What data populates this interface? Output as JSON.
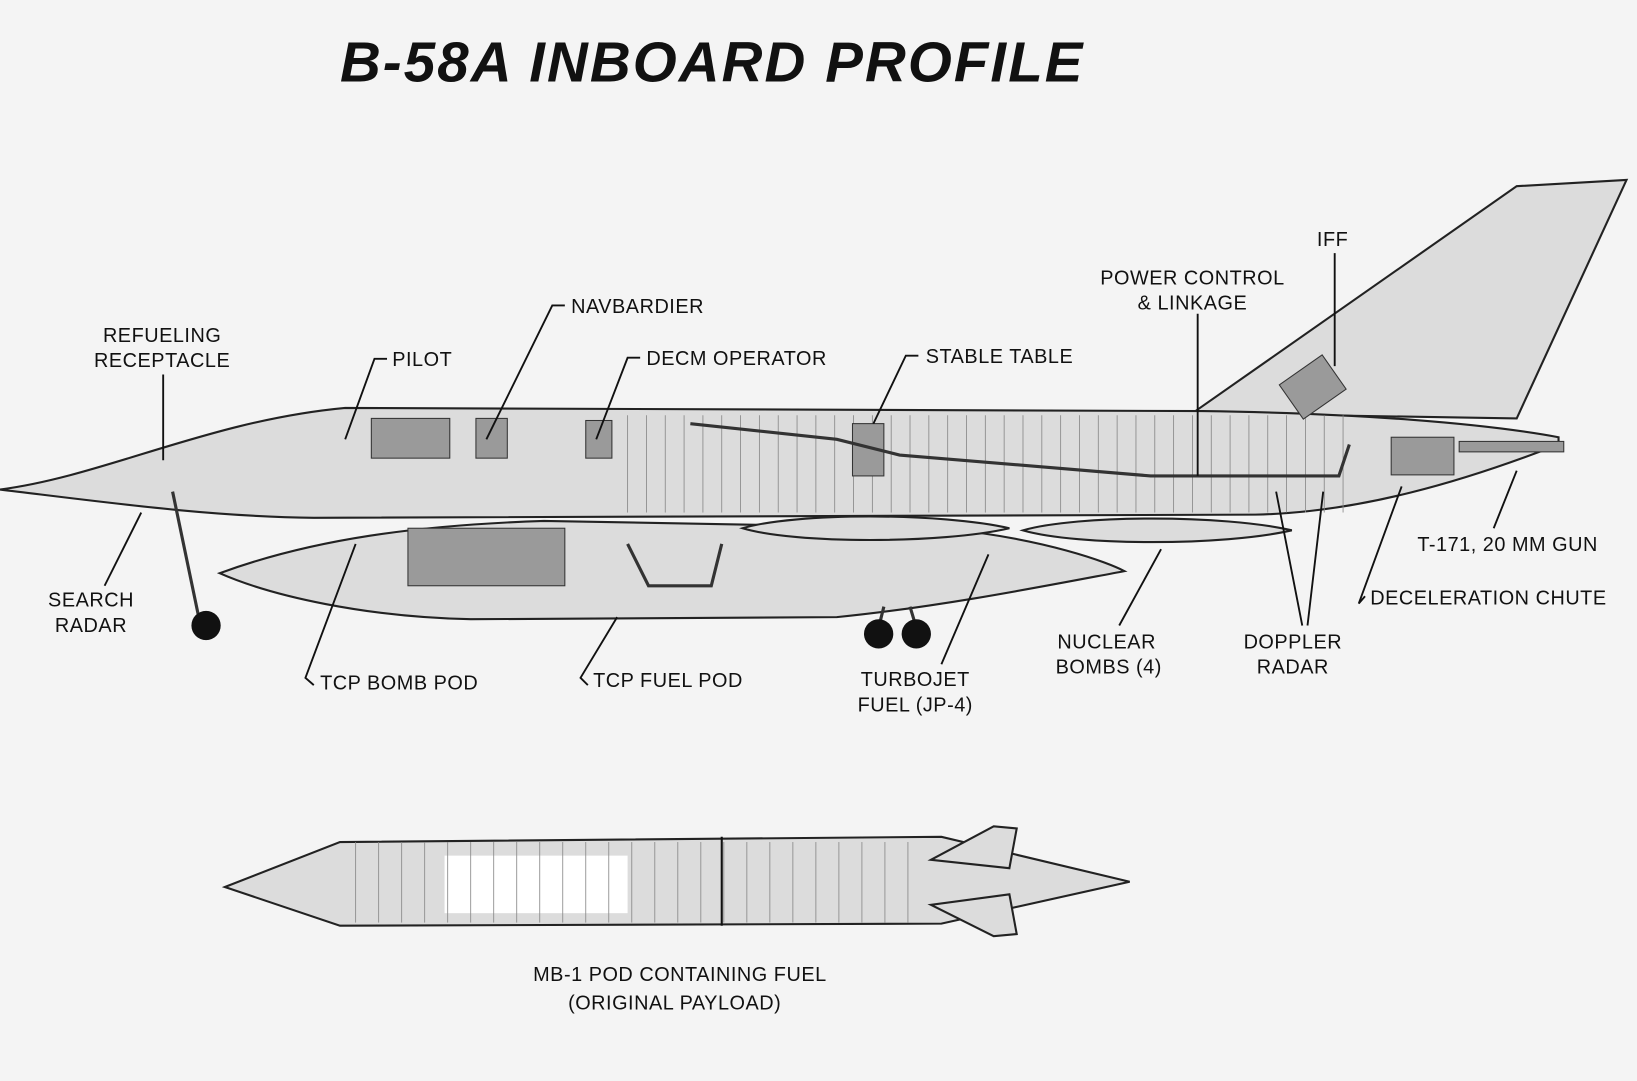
{
  "title": "B-58A INBOARD PROFILE",
  "labels": {
    "refueling_1": "REFUELING",
    "refueling_2": "RECEPTACLE",
    "pilot": "PILOT",
    "navbardier": "NAVBARDIER",
    "decm": "DECM OPERATOR",
    "stable_table": "STABLE TABLE",
    "power_1": "POWER CONTROL",
    "power_2": "& LINKAGE",
    "iff": "IFF",
    "gun": "T-171, 20 MM GUN",
    "chute": "DECELERATION CHUTE",
    "doppler_1": "DOPPLER",
    "doppler_2": "RADAR",
    "nuclear_1": "NUCLEAR",
    "nuclear_2": "BOMBS (4)",
    "turbojet_1": "TURBOJET",
    "turbojet_2": "FUEL (JP-4)",
    "tcp_fuel": "TCP FUEL POD",
    "tcp_bomb": "TCP BOMB POD",
    "search_1": "SEARCH",
    "search_2": "RADAR",
    "mb1_1": "MB-1 POD CONTAINING FUEL",
    "mb1_2": "(ORIGINAL PAYLOAD)"
  }
}
